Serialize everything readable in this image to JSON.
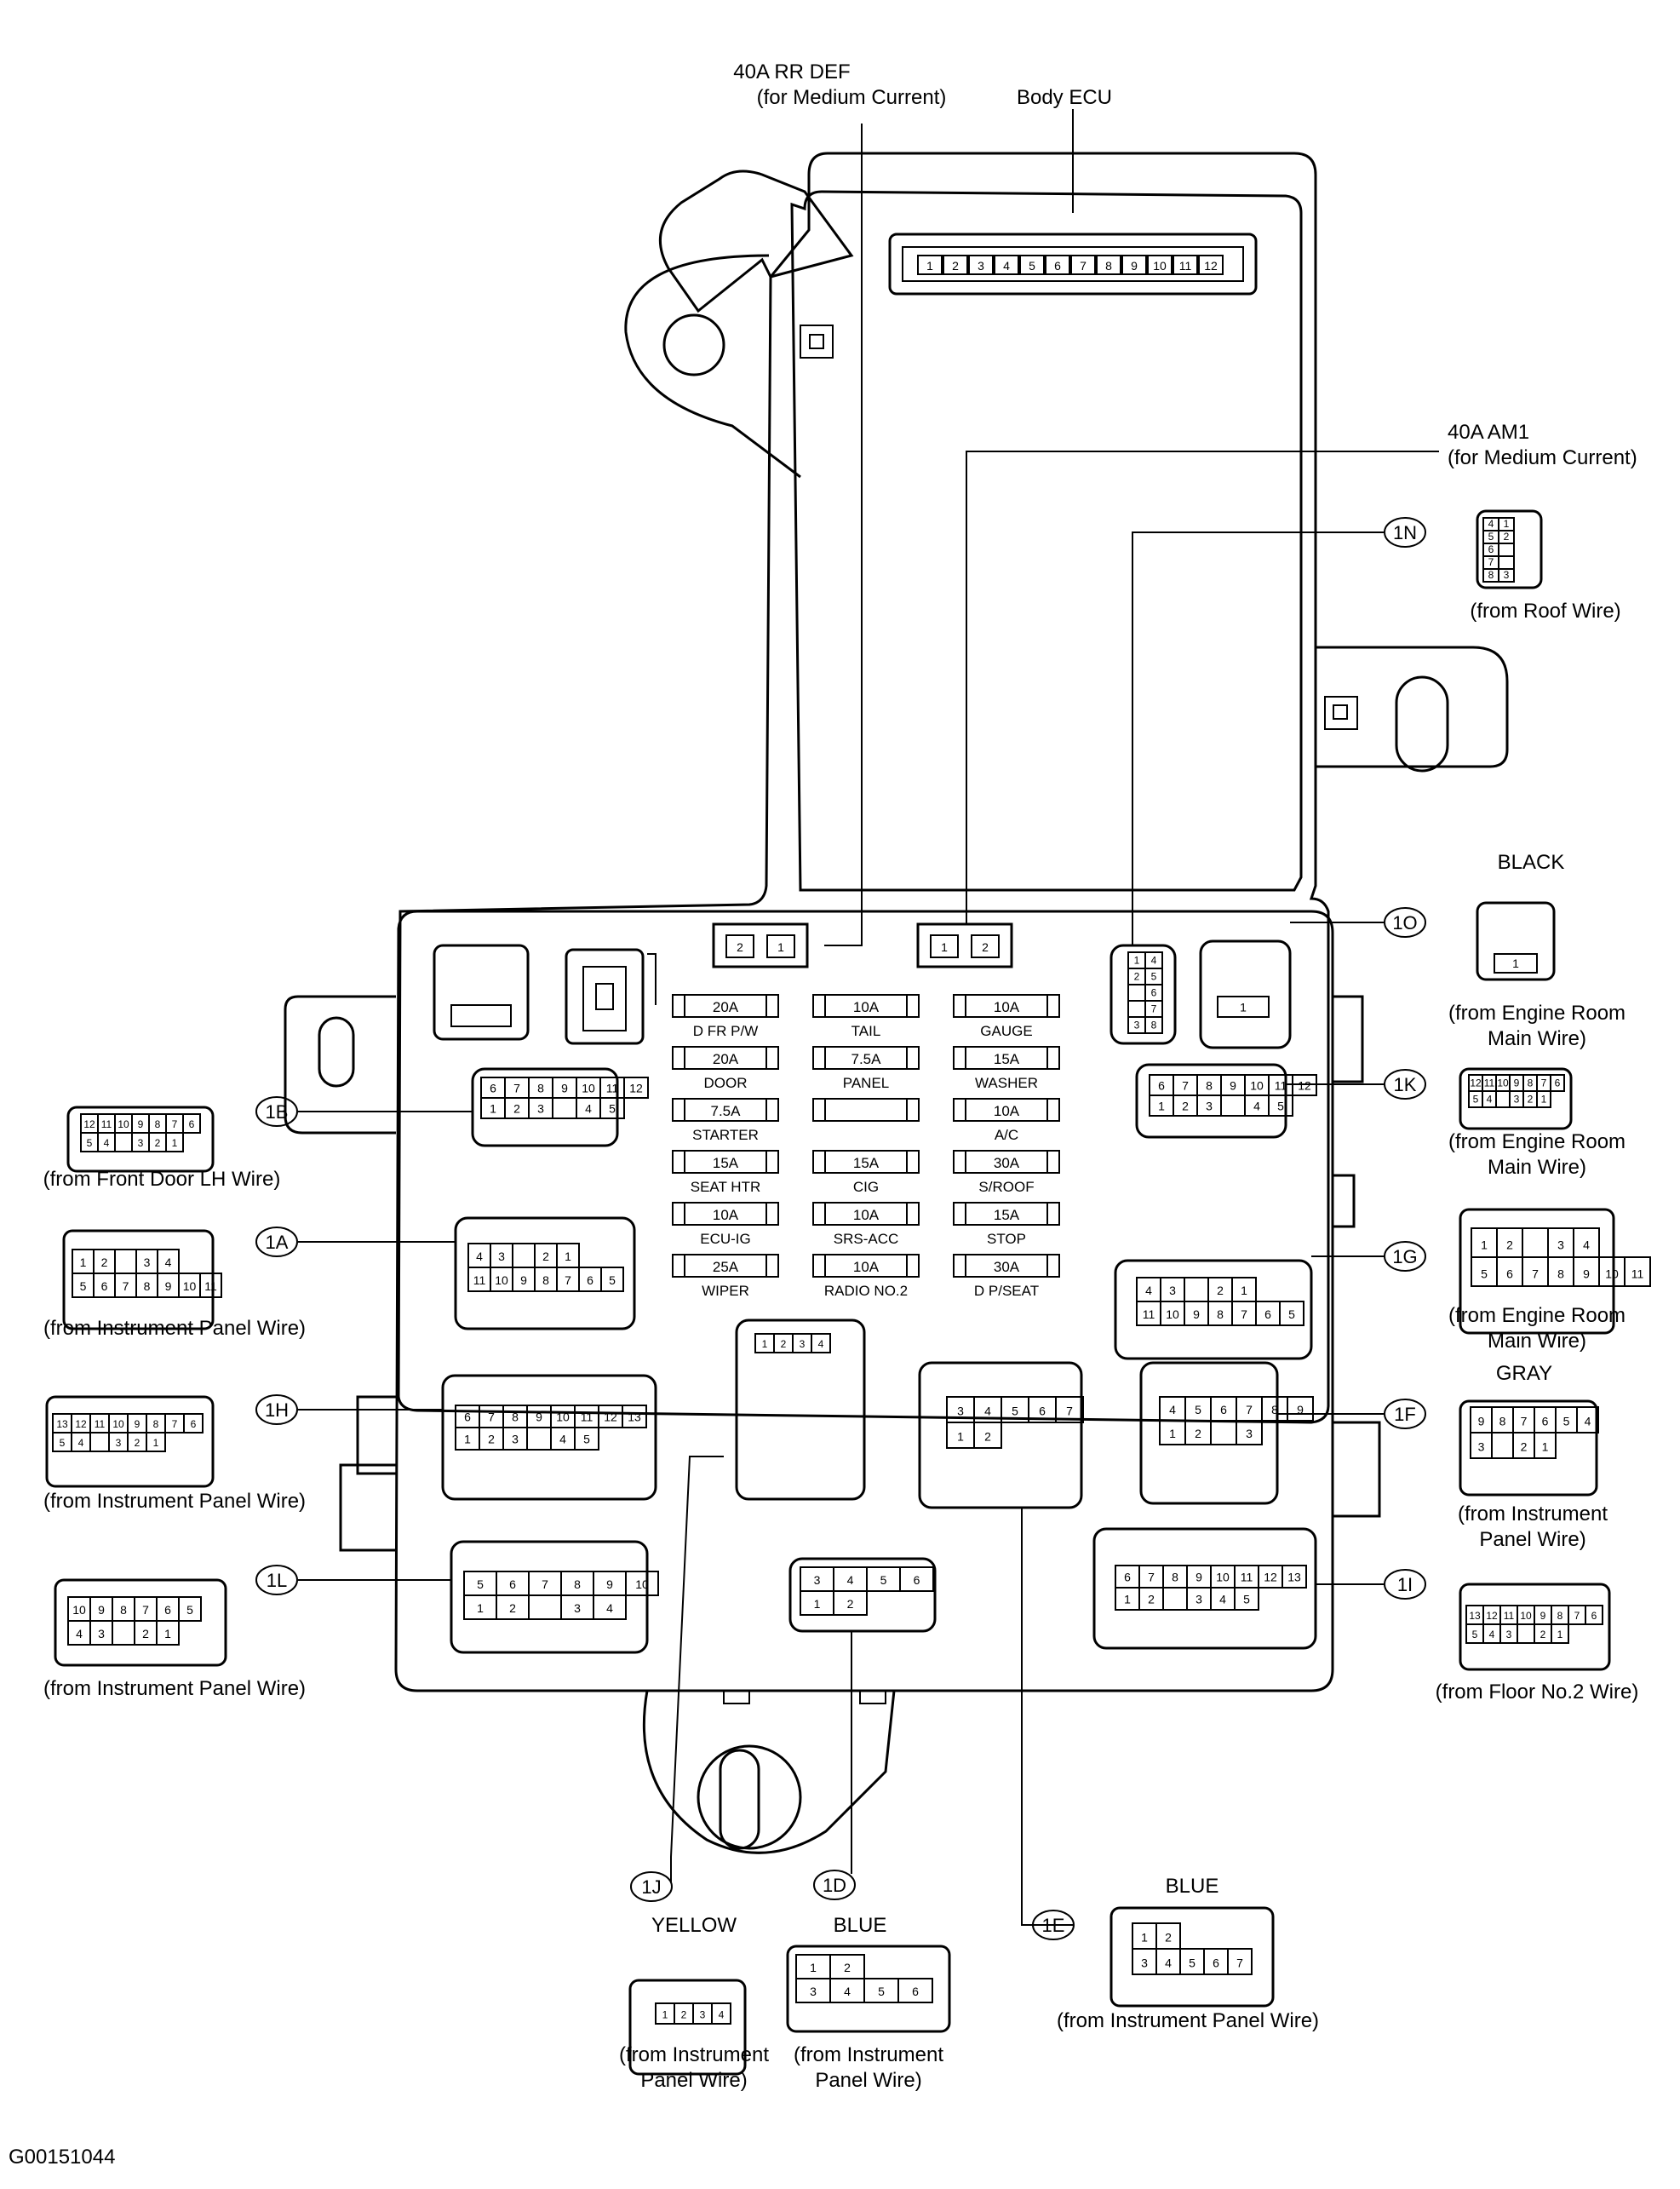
{
  "diagram": {
    "code": "G00151044",
    "callouts": {
      "rr_def": [
        "40A RR DEF",
        "(for Medium Current)"
      ],
      "body_ecu": [
        "Body ECU"
      ],
      "am1": [
        "40A AM1",
        "(for Medium Current)"
      ]
    },
    "body_ecu_pins": [
      "1",
      "2",
      "3",
      "4",
      "5",
      "6",
      "7",
      "8",
      "9",
      "10",
      "11",
      "12"
    ],
    "mc_pins": {
      "rr_def": [
        "2",
        "1"
      ],
      "am1": [
        "1",
        "2"
      ]
    },
    "fuses": [
      {
        "rating": "20A",
        "name": "D FR P/W"
      },
      {
        "rating": "20A",
        "name": "DOOR"
      },
      {
        "rating": "7.5A",
        "name": "STARTER"
      },
      {
        "rating": "15A",
        "name": "SEAT HTR"
      },
      {
        "rating": "10A",
        "name": "ECU-IG"
      },
      {
        "rating": "25A",
        "name": "WIPER"
      },
      {
        "rating": "10A",
        "name": "TAIL"
      },
      {
        "rating": "7.5A",
        "name": "PANEL"
      },
      {
        "rating": "",
        "name": ""
      },
      {
        "rating": "15A",
        "name": "CIG"
      },
      {
        "rating": "10A",
        "name": "SRS-ACC"
      },
      {
        "rating": "10A",
        "name": "RADIO NO.2"
      },
      {
        "rating": "10A",
        "name": "GAUGE"
      },
      {
        "rating": "15A",
        "name": "WASHER"
      },
      {
        "rating": "10A",
        "name": "A/C"
      },
      {
        "rating": "30A",
        "name": "S/ROOF"
      },
      {
        "rating": "15A",
        "name": "STOP"
      },
      {
        "rating": "30A",
        "name": "D P/SEAT"
      }
    ],
    "connectors": {
      "1N": {
        "code": "1N",
        "color": "",
        "source": [
          "(from Roof Wire)"
        ],
        "pins": [
          [
            "4",
            "1"
          ],
          [
            "5",
            "2"
          ],
          [
            "6",
            ""
          ],
          [
            "7",
            ""
          ],
          [
            "8",
            "3"
          ]
        ]
      },
      "1O": {
        "code": "1O",
        "color": "BLACK",
        "source": [
          "(from Engine Room",
          "Main Wire)"
        ],
        "pins": [
          [
            "1"
          ]
        ]
      },
      "1K": {
        "code": "1K",
        "color": "",
        "source": [
          "(from Engine Room",
          "Main Wire)"
        ],
        "pins": [
          [
            "12",
            "11",
            "10",
            "9",
            "8",
            "7",
            "6"
          ],
          [
            "5",
            "4",
            "",
            "3",
            "2",
            "1"
          ]
        ]
      },
      "1G": {
        "code": "1G",
        "color": "",
        "source": [
          "(from Engine Room",
          "Main Wire)"
        ],
        "pins": [
          [
            "1",
            "2",
            "",
            "3",
            "4"
          ],
          [
            "5",
            "6",
            "7",
            "8",
            "9",
            "10",
            "11"
          ]
        ]
      },
      "1F": {
        "code": "1F",
        "color": "GRAY",
        "source": [
          "(from Instrument",
          "Panel Wire)"
        ],
        "pins": [
          [
            "9",
            "8",
            "7",
            "6",
            "5",
            "4"
          ],
          [
            "3",
            "",
            "2",
            "1"
          ]
        ]
      },
      "1I": {
        "code": "1I",
        "color": "",
        "source": [
          "(from Floor No.2 Wire)"
        ],
        "pins": [
          [
            "13",
            "12",
            "11",
            "10",
            "9",
            "8",
            "7",
            "6"
          ],
          [
            "5",
            "4",
            "3",
            "",
            "2",
            "1"
          ]
        ]
      },
      "1B": {
        "code": "1B",
        "color": "",
        "source": [
          "(from Front Door LH Wire)"
        ],
        "pins": [
          [
            "12",
            "11",
            "10",
            "9",
            "8",
            "7",
            "6"
          ],
          [
            "5",
            "4",
            "",
            "3",
            "2",
            "1"
          ]
        ]
      },
      "1A": {
        "code": "1A",
        "color": "",
        "source": [
          "(from Instrument Panel Wire)"
        ],
        "pins": [
          [
            "1",
            "2",
            "",
            "3",
            "4"
          ],
          [
            "5",
            "6",
            "7",
            "8",
            "9",
            "10",
            "11"
          ]
        ]
      },
      "1H": {
        "code": "1H",
        "color": "",
        "source": [
          "(from Instrument Panel Wire)"
        ],
        "pins": [
          [
            "13",
            "12",
            "11",
            "10",
            "9",
            "8",
            "7",
            "6"
          ],
          [
            "5",
            "4",
            "",
            "3",
            "2",
            "1"
          ]
        ]
      },
      "1L": {
        "code": "1L",
        "color": "",
        "source": [
          "(from Instrument Panel Wire)"
        ],
        "pins": [
          [
            "10",
            "9",
            "8",
            "7",
            "6",
            "5"
          ],
          [
            "4",
            "3",
            "",
            "2",
            "1"
          ]
        ]
      },
      "1J": {
        "code": "1J",
        "color": "YELLOW",
        "source": [
          "(from Instrument",
          "Panel Wire)"
        ],
        "pins": [
          [
            "1",
            "2",
            "3",
            "4"
          ]
        ]
      },
      "1D": {
        "code": "1D",
        "color": "BLUE",
        "source": [
          "(from Instrument",
          "Panel Wire)"
        ],
        "pins": [
          [
            "1",
            "2"
          ],
          [
            "3",
            "4",
            "5",
            "6"
          ]
        ]
      },
      "1E": {
        "code": "1E",
        "color": "BLUE",
        "source": [
          "(from Instrument Panel Wire)"
        ],
        "pins": [
          [
            "1",
            "2"
          ],
          [
            "3",
            "4",
            "5",
            "6",
            "7"
          ]
        ]
      }
    },
    "box_connectors": {
      "1B": [
        [
          "6",
          "7",
          "8",
          "9",
          "10",
          "11",
          "12"
        ],
        [
          "1",
          "2",
          "3",
          "",
          "4",
          "5"
        ]
      ],
      "1A": [
        [
          "4",
          "3",
          "",
          "2",
          "1"
        ],
        [
          "11",
          "10",
          "9",
          "8",
          "7",
          "6",
          "5"
        ]
      ],
      "1H": [
        [
          "6",
          "7",
          "8",
          "9",
          "10",
          "11",
          "12",
          "13"
        ],
        [
          "1",
          "2",
          "3",
          "",
          "4",
          "5"
        ]
      ],
      "1L": [
        [
          "5",
          "6",
          "7",
          "8",
          "9",
          "10"
        ],
        [
          "1",
          "2",
          "",
          "3",
          "4"
        ]
      ],
      "1J": [
        [
          "1",
          "2",
          "3",
          "4"
        ]
      ],
      "1D": [
        [
          "3",
          "4",
          "5",
          "6"
        ],
        [
          "1",
          "2"
        ]
      ],
      "1E": [
        [
          "3",
          "4",
          "5",
          "6",
          "7"
        ],
        [
          "1",
          "2"
        ]
      ],
      "1F": [
        [
          "4",
          "5",
          "6",
          "7",
          "8",
          "9"
        ],
        [
          "1",
          "2",
          "",
          "3"
        ]
      ],
      "1G": [
        [
          "4",
          "3",
          "",
          "2",
          "1"
        ],
        [
          "11",
          "10",
          "9",
          "8",
          "7",
          "6",
          "5"
        ]
      ],
      "1K": [
        [
          "6",
          "7",
          "8",
          "9",
          "10",
          "11",
          "12"
        ],
        [
          "1",
          "2",
          "3",
          "",
          "4",
          "5"
        ]
      ],
      "1I": [
        [
          "6",
          "7",
          "8",
          "9",
          "10",
          "11",
          "12",
          "13"
        ],
        [
          "1",
          "2",
          "",
          "3",
          "4",
          "5"
        ]
      ],
      "1N": [
        [
          "1",
          "4"
        ],
        [
          "2",
          "5"
        ],
        [
          "",
          "6"
        ],
        [
          "",
          "7"
        ],
        [
          "3",
          "8"
        ]
      ],
      "1O": [
        [
          "1"
        ]
      ]
    }
  }
}
